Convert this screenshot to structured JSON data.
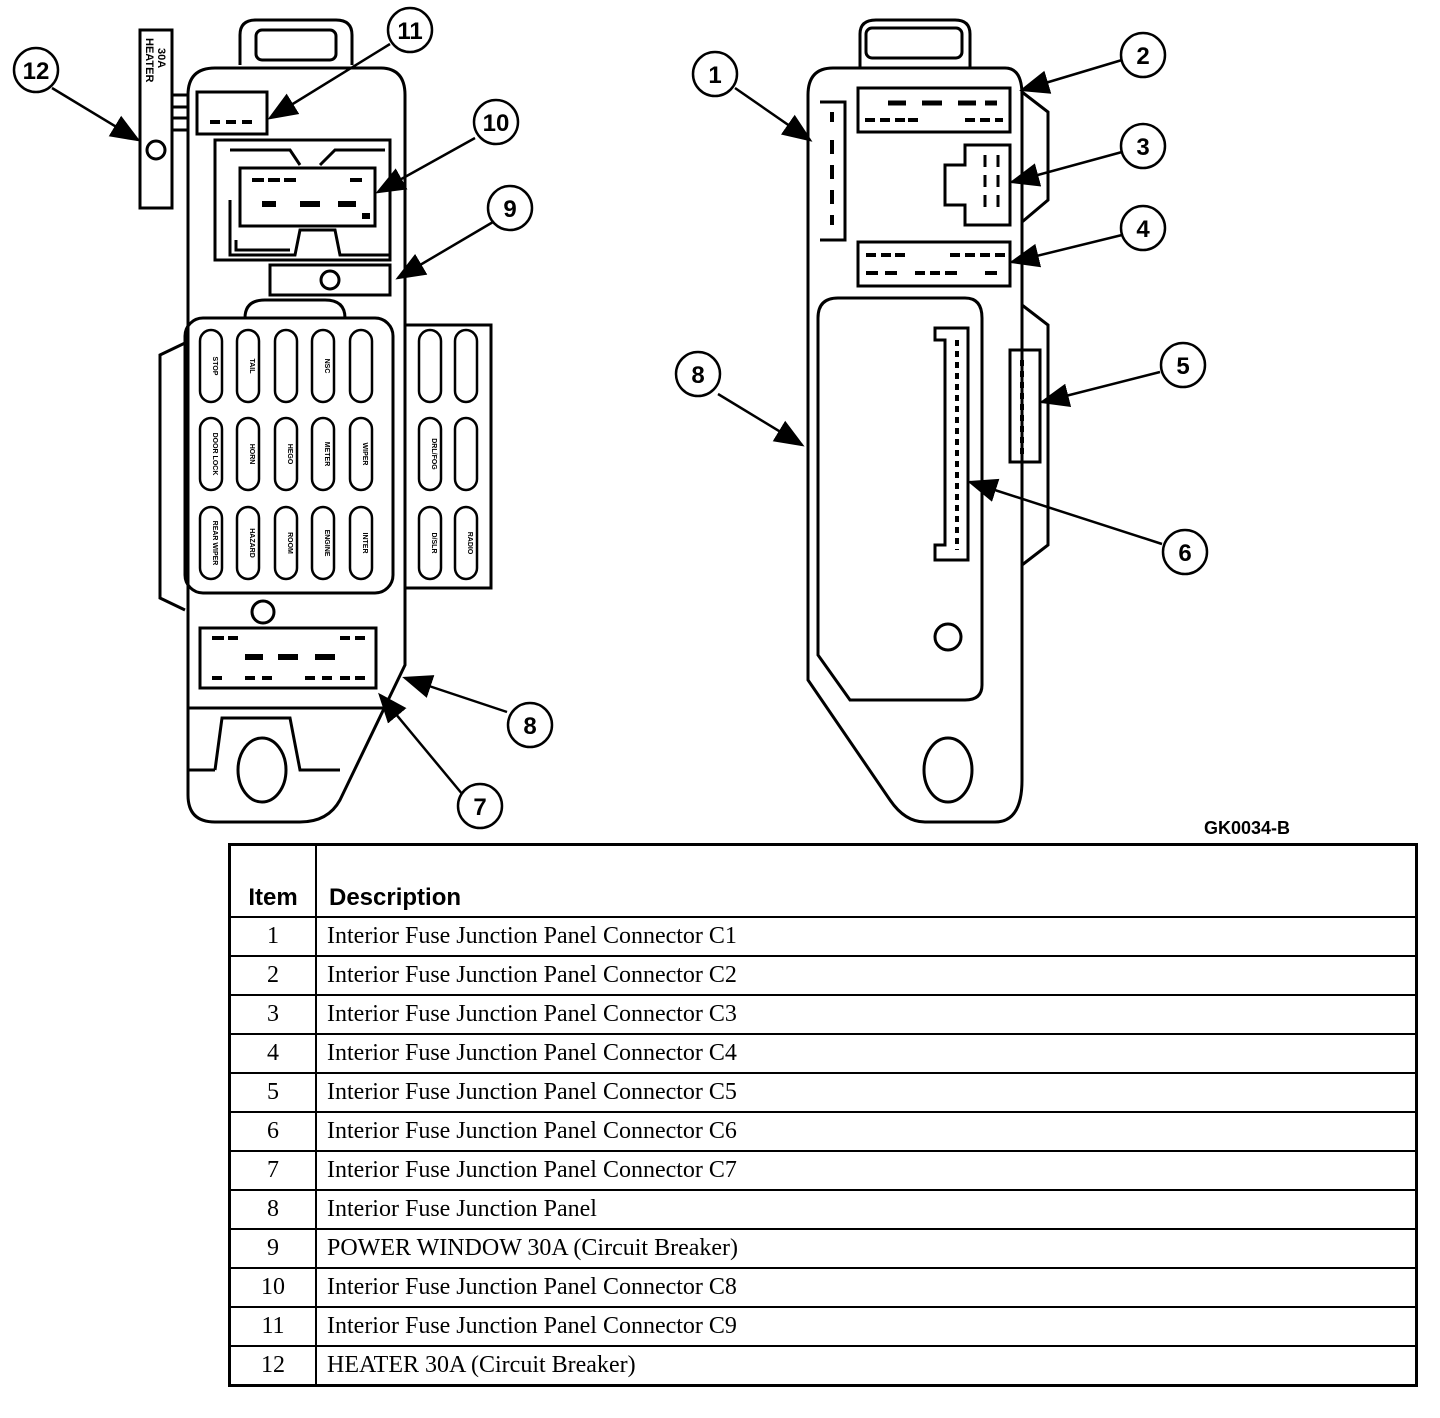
{
  "figure_code": "GK0034-B",
  "left_view": {
    "breaker_label_line1": "HEATER",
    "breaker_label_line2": "30A",
    "fuse_labels": [
      "STOP",
      "TAIL",
      "",
      "NSC",
      "",
      "DOOR LOCK",
      "HORN",
      "HEGO",
      "METER",
      "WIPER",
      "REAR WIPER",
      "HAZARD",
      "ROOM",
      "ENGINE",
      "INTER"
    ],
    "side_fuse_labels": [
      "",
      "",
      "DRL/FOG",
      "",
      "D/SLR",
      "RADIO"
    ],
    "callouts": [
      "12",
      "11",
      "10",
      "9",
      "8",
      "7"
    ]
  },
  "right_view": {
    "callouts": [
      "1",
      "2",
      "3",
      "4",
      "5",
      "6",
      "8"
    ]
  },
  "legend": {
    "header_item": "Item",
    "header_description": "Description",
    "rows": [
      {
        "item": "1",
        "description": "Interior Fuse Junction Panel Connector C1"
      },
      {
        "item": "2",
        "description": "Interior Fuse Junction Panel Connector C2"
      },
      {
        "item": "3",
        "description": "Interior Fuse Junction Panel Connector C3"
      },
      {
        "item": "4",
        "description": "Interior Fuse Junction Panel Connector C4"
      },
      {
        "item": "5",
        "description": "Interior Fuse Junction Panel Connector C5"
      },
      {
        "item": "6",
        "description": "Interior Fuse Junction Panel Connector C6"
      },
      {
        "item": "7",
        "description": "Interior Fuse Junction Panel Connector C7"
      },
      {
        "item": "8",
        "description": "Interior Fuse Junction Panel"
      },
      {
        "item": "9",
        "description": "POWER WINDOW 30A (Circuit Breaker)"
      },
      {
        "item": "10",
        "description": "Interior Fuse Junction Panel Connector C8"
      },
      {
        "item": "11",
        "description": "Interior Fuse Junction Panel Connector C9"
      },
      {
        "item": "12",
        "description": "HEATER 30A (Circuit Breaker)"
      }
    ]
  }
}
